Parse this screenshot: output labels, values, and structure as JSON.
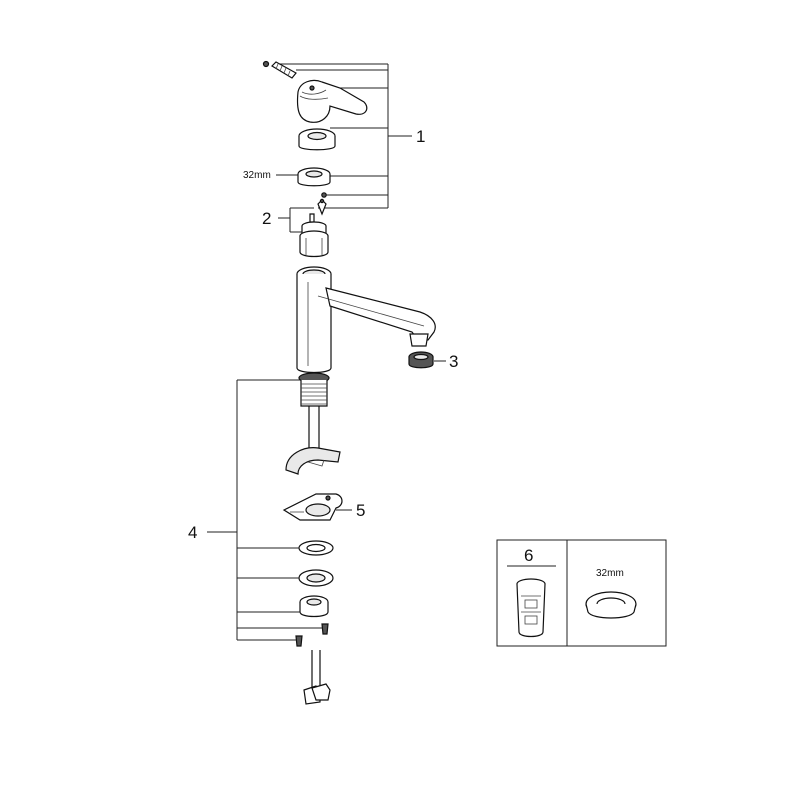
{
  "callouts": {
    "c1": "1",
    "c2": "2",
    "c3": "3",
    "c4": "4",
    "c5": "5",
    "c6": "6"
  },
  "dimensions": {
    "seal_size": "32mm",
    "inset_seal_size": "32mm"
  }
}
